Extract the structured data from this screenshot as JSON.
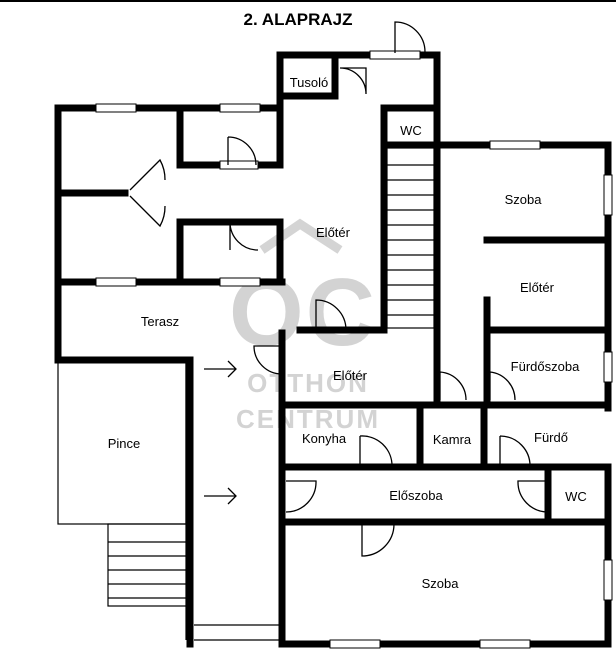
{
  "title": "2. ALAPRAJZ",
  "watermark": {
    "logo": "OC",
    "line1": "OTTHON",
    "line2": "CENTRUM"
  },
  "rooms": {
    "tusolo": "Tusoló",
    "wc_top": "WC",
    "szoba_top": "Szoba",
    "eloter_center": "Előtér",
    "eloter_right": "Előtér",
    "terasz": "Terasz",
    "eloter_mid": "Előtér",
    "furdoszoba": "Fürdőszoba",
    "pince": "Pince",
    "konyha": "Konyha",
    "kamra": "Kamra",
    "furdo": "Fürdő",
    "eloszoba": "Előszoba",
    "wc_bottom": "WC",
    "szoba_bottom": "Szoba"
  },
  "colors": {
    "wall": "#000000",
    "background": "#ffffff",
    "watermark": "#cfcfcf"
  }
}
